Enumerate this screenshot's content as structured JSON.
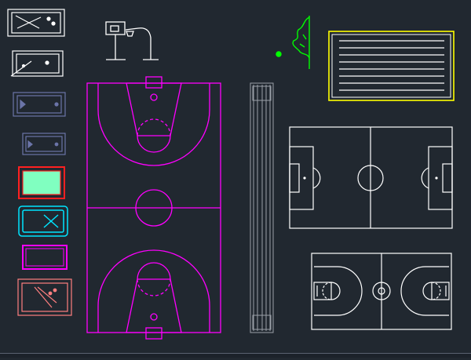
{
  "app": {
    "type": "cad-drawing-viewport",
    "background": "#212830"
  },
  "colors": {
    "white": "#ffffff",
    "magenta": "#ff00ff",
    "yellow": "#ffff00",
    "green": "#00ff00",
    "cyan": "#00e5ff",
    "red": "#ff2020",
    "salmon": "#ff7f7f",
    "slate": "#6b74a8",
    "grey": "#9aa0a8",
    "table_felt": "#80ffc0"
  },
  "objects": [
    "pool-table-white-1",
    "pool-table-white-2",
    "pool-table-slate-1",
    "pool-table-slate-2",
    "pool-table-red-green",
    "pool-table-cyan",
    "pool-table-magenta",
    "pool-table-salmon",
    "basketball-hoop",
    "basketball-court",
    "running-track",
    "plant-symbol",
    "lane-pool",
    "soccer-field",
    "small-basketball-court"
  ]
}
